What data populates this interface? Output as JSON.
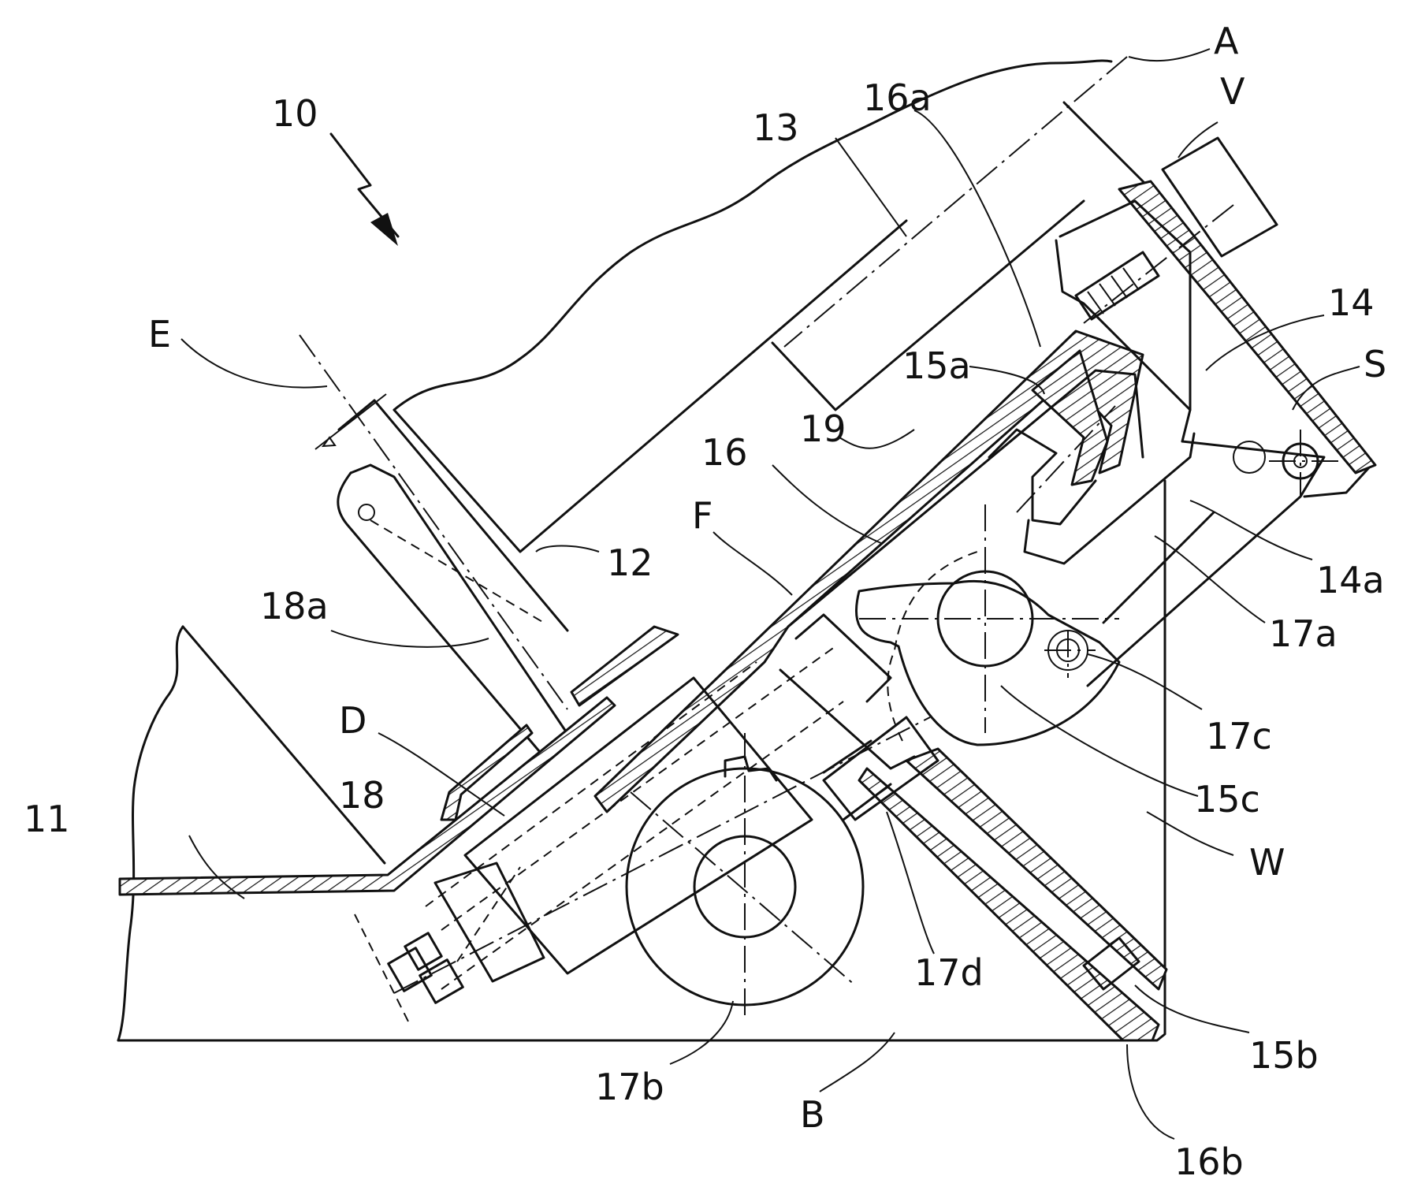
{
  "labels": {
    "n10": "10",
    "nA": "A",
    "n16a": "16a",
    "nV": "V",
    "n13": "13",
    "n14": "14",
    "nE": "E",
    "n15a": "15a",
    "nS": "S",
    "n19": "19",
    "n16": "16",
    "n14a": "14a",
    "nF": "F",
    "n12": "12",
    "n17a": "17a",
    "n18a": "18a",
    "n17c": "17c",
    "nD": "D",
    "n15c": "15c",
    "n18": "18",
    "n11": "11",
    "nW": "W",
    "n17d": "17d",
    "n15b": "15b",
    "n17b": "17b",
    "nB": "B",
    "n16b": "16b"
  }
}
